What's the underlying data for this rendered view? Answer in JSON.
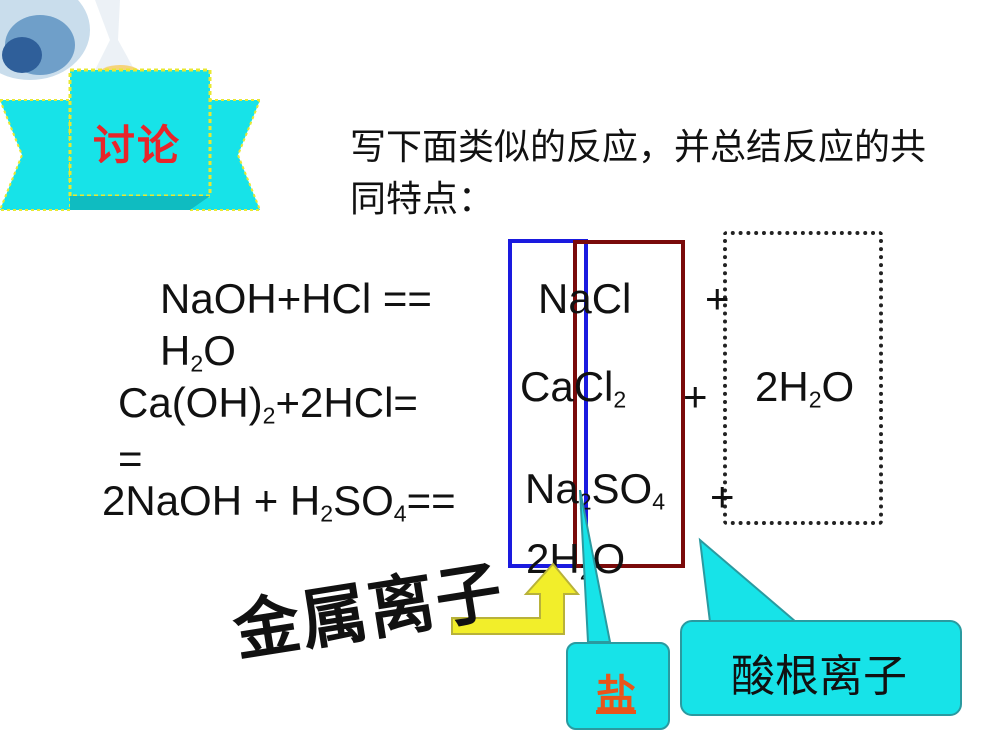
{
  "banner": {
    "label": "讨论"
  },
  "prompt": {
    "text": "写下面类似的反应，并总结反应的共同特点："
  },
  "equations": {
    "eq1": {
      "left": "NaOH+HCl  ==",
      "salt": "NaCl",
      "plus": "+",
      "water_a": "H",
      "water_sub": "2",
      "water_b": "O"
    },
    "eq2": {
      "left_a": "Ca(OH)",
      "left_sub": "2",
      "left_b": "+2HCl=",
      "salt_a": "CaCl",
      "salt_sub": "2",
      "plus": "+",
      "water_a": "2H",
      "water_sub": "2",
      "water_b": "O",
      "stray": "="
    },
    "eq3": {
      "left_a": "2NaOH + H",
      "left_sub1": "2",
      "left_b": "SO",
      "left_sub2": "4",
      "left_c": "==",
      "salt_a": "Na",
      "salt_sub1": "2",
      "salt_b": "SO",
      "salt_sub2": "4",
      "plus": "+",
      "water_a": "2H",
      "water_sub": "2",
      "water_b": "O"
    }
  },
  "labels": {
    "metal_ion": "金属离子",
    "salt": "盐",
    "acid_radical": "酸根离子"
  },
  "colors": {
    "metal_box": "#1a1adf",
    "acid_box": "#7a0a0a",
    "banner": "#17e3e8",
    "banner_text": "#e8252a",
    "arrow": "#f2ee2a",
    "callout": "#17e3e8",
    "salt_text": "#e8541a"
  }
}
